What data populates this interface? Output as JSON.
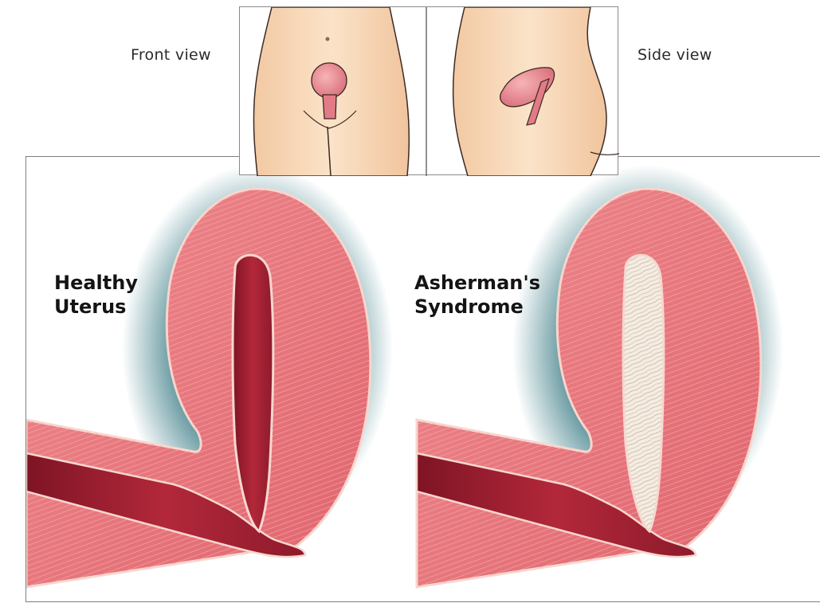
{
  "insets": {
    "front": {
      "caption": "Front view"
    },
    "side": {
      "caption": "Side view"
    }
  },
  "panels": {
    "healthy": {
      "line1": "Healthy",
      "line2": "Uterus"
    },
    "asherman": {
      "line1": "Asherman's",
      "line2": "Syndrome"
    }
  },
  "colors": {
    "muscle": "#e8737a",
    "muscle_outline": "#f7d7cf",
    "cavity": "#9c1f2e",
    "scar_tissue": "#f4ece0",
    "skin": "#f8dcc0",
    "shadow": "#3f7f88"
  }
}
